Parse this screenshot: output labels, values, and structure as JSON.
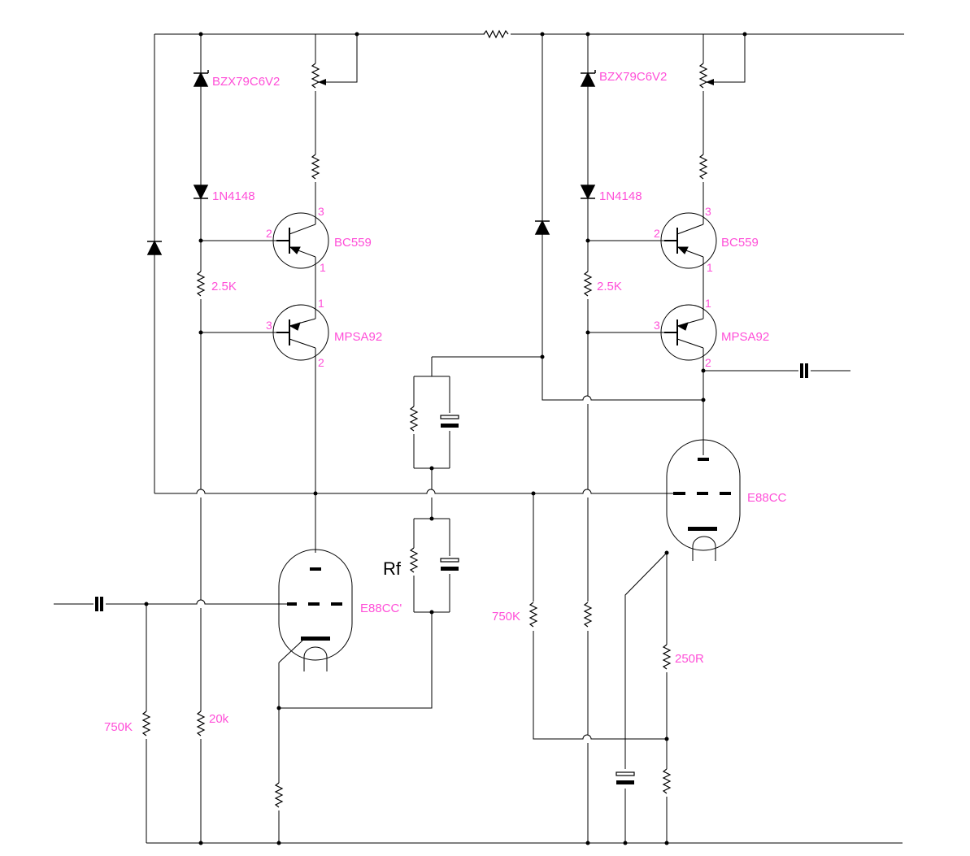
{
  "colors": {
    "wire": "#000000",
    "label": "#ff4fd8",
    "background": "#ffffff"
  },
  "labels": {
    "zener_left": "BZX79C6V2",
    "zener_right": "BZX79C6V2",
    "diode_left": "1N4148",
    "diode_right": "1N4148",
    "transistor_top_left": "BC559",
    "transistor_top_right": "BC559",
    "transistor_bottom_left": "MPSA92",
    "transistor_bottom_right": "MPSA92",
    "res_2k5_left": "2.5K",
    "res_2k5_right": "2.5K",
    "tube_left": "E88CC'",
    "tube_right": "E88CC",
    "res_750k_input": "750K",
    "res_20k": "20k",
    "res_750k_right": "750K",
    "res_250r": "250R",
    "rf": "Rf"
  },
  "pins": {
    "q1": {
      "c": "3",
      "b": "2",
      "e": "1"
    },
    "q2": {
      "c": "1",
      "b": "3",
      "e": "2"
    },
    "q3": {
      "c": "3",
      "b": "2",
      "e": "1"
    },
    "q4": {
      "c": "1",
      "b": "3",
      "e": "2"
    }
  }
}
